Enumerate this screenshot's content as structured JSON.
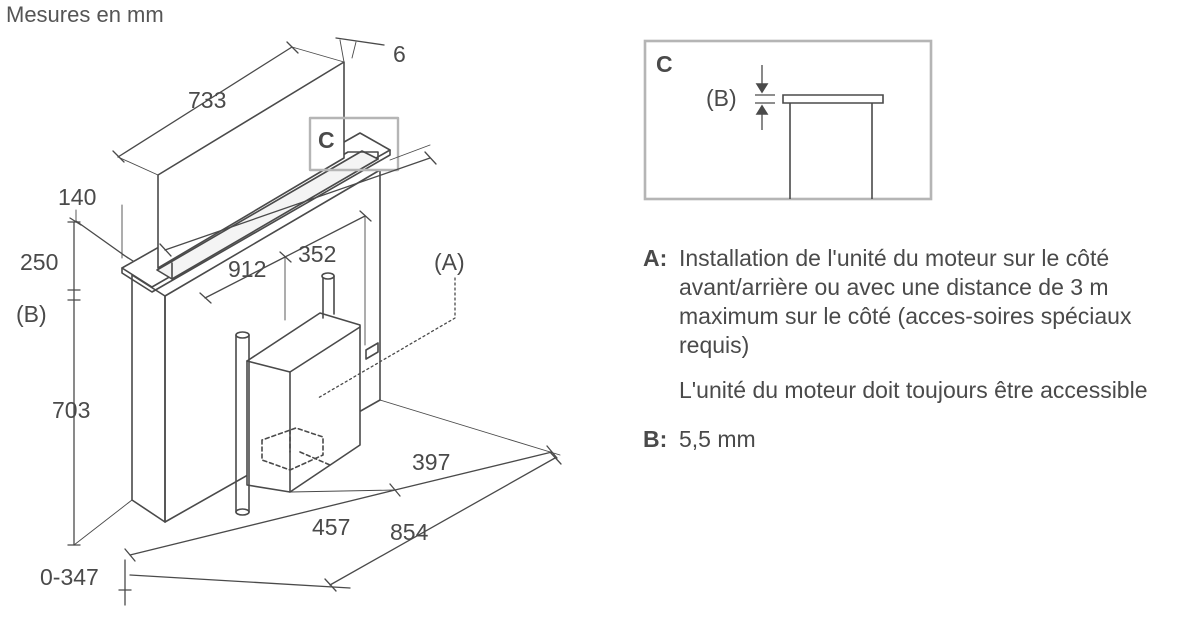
{
  "header": {
    "units": "Mesures en mm"
  },
  "dimensions": {
    "top_thickness": "6",
    "panel_width": "733",
    "depth_140": "140",
    "height_250": "250",
    "label_b": "(B)",
    "height_703": "703",
    "range": "0-347",
    "width_912": "912",
    "width_352": "352",
    "label_a": "(A)",
    "depth_397": "397",
    "depth_457": "457",
    "depth_854": "854",
    "label_c": "C"
  },
  "detail": {
    "label_c": "C",
    "label_b": "(B)"
  },
  "legend": {
    "a_key": "A:",
    "a_text": "Installation de l'unité du moteur sur le côté avant/arrière ou avec une distance de 3 m maximum sur le côté (acces-soires spéciaux requis)",
    "a_note": "L'unité du moteur doit toujours être accessible",
    "b_key": "B:",
    "b_text": "5,5 mm"
  },
  "colors": {
    "line": "#4a4a4a",
    "detail_frame": "#b5b5b5",
    "text": "#4a4a4a"
  }
}
